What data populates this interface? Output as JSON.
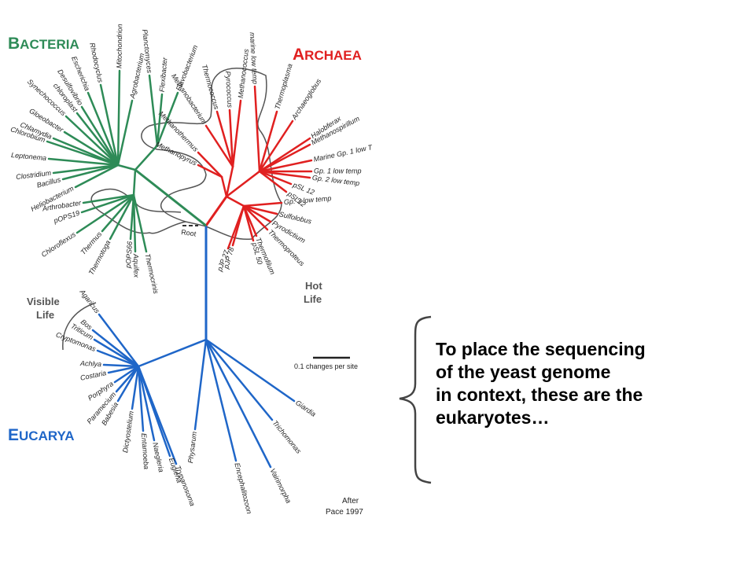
{
  "domains": {
    "bacteria": {
      "initial": "B",
      "rest": "ACTERIA",
      "color": "#2e8b57"
    },
    "archaea": {
      "initial": "A",
      "rest": "RCHAEA",
      "color": "#e02020"
    },
    "eucarya": {
      "initial": "E",
      "rest": "UCARYA",
      "color": "#1f66c8"
    }
  },
  "bacteria_taxa": [
    "Planctomyces",
    "Mitochondrion",
    "Agrobacterium",
    "Rhodocyclus",
    "Escherichia",
    "Desulfovibrio",
    "chloroplast",
    "Synechococcus",
    "Gloeobacter",
    "Chlamydia",
    "Chlorobium",
    "Flavobacterium",
    "Flexibacter",
    "Leptonema",
    "Clostridium",
    "Bacillus",
    "Heliobacterium",
    "Arthrobacter",
    "pOPS19",
    "Chloroflexus",
    "Thermus",
    "Thermotoga",
    "pOPS66",
    "Aquifex",
    "Thermocrinis"
  ],
  "archaea_taxa": [
    "Methanobacterium",
    "Thermococcus",
    "Pyrococcus",
    "Methanococcus",
    "marine low temp",
    "Thermoplasma",
    "Archaeoglobus",
    "Halobferax",
    "Methanospirillum",
    "Marine Gp. 1 low T",
    "Gp. 1 low temp",
    "Gp. 2 low temp",
    "pSL 12",
    "pSL22",
    "Gp. 3 low temp",
    "Sulfolobus",
    "Pyrodictium",
    "Thermoproteus",
    "Thermofilum",
    "pSL 50",
    "pJP 78",
    "pJP 27",
    "Methanothermus",
    "Methanopyrus"
  ],
  "eucarya_taxa": [
    "Agaricus",
    "Bos",
    "Triticum",
    "Cryptomonas",
    "Achlya",
    "Costaria",
    "Porphyra",
    "Paramecium",
    "Babesia",
    "Dictyostelium",
    "Entamoeba",
    "Naegleria",
    "Euglena",
    "Trypanosoma",
    "Physarum",
    "Encephalitozoon",
    "Vairimorpha",
    "Trichomonas",
    "Giardia"
  ],
  "root_label": "Root",
  "hot_life": [
    "Hot",
    "Life"
  ],
  "visible_life": [
    "Visible",
    "Life"
  ],
  "scale_label": "0.1 changes per site",
  "citation": [
    "After",
    "Pace 1997"
  ],
  "caption_lines": [
    "To place the sequencing",
    "of the yeast genome",
    "in context, these are the",
    "eukaryotes…"
  ]
}
